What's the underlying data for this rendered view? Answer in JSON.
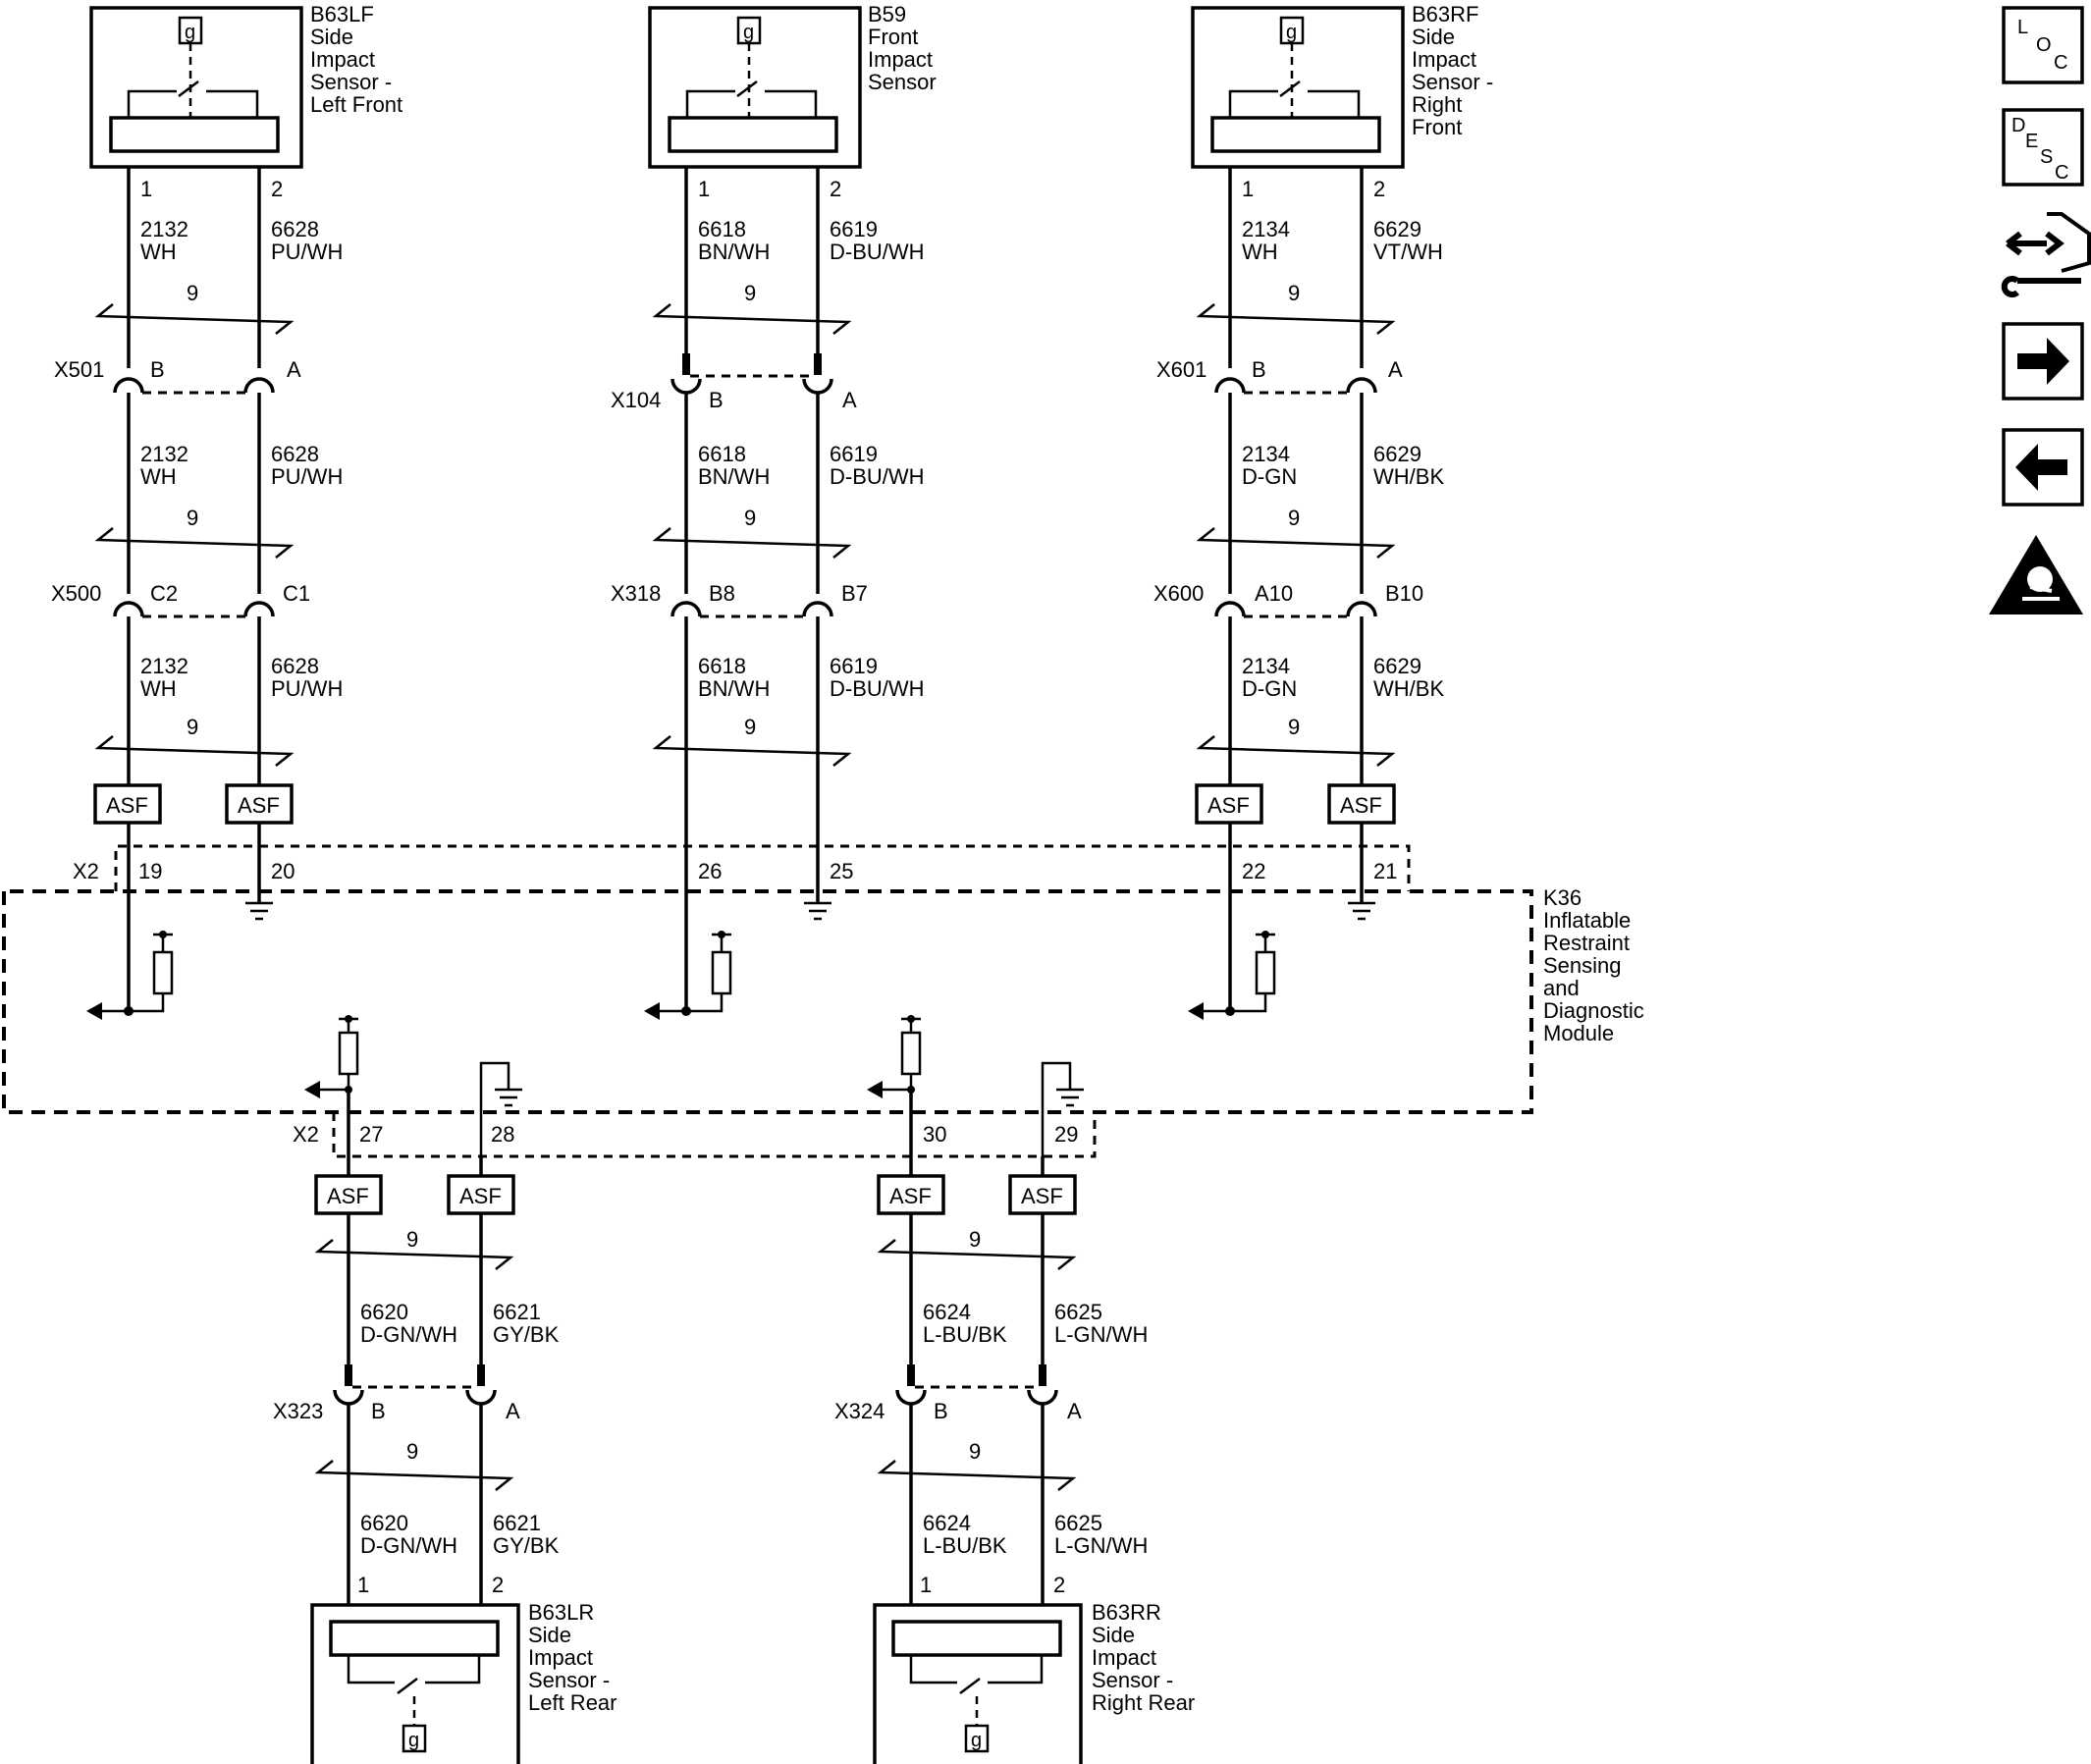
{
  "components": {
    "lf": {
      "name": "B63LF",
      "desc": [
        "Side",
        "Impact",
        "Sensor -",
        "Left Front"
      ],
      "pins": [
        "1",
        "2"
      ],
      "g": "g"
    },
    "front": {
      "name": "B59",
      "desc": [
        "Front",
        "Impact",
        "Sensor"
      ],
      "pins": [
        "1",
        "2"
      ],
      "g": "g"
    },
    "rf": {
      "name": "B63RF",
      "desc": [
        "Side",
        "Impact",
        "Sensor -",
        "Right",
        "Front"
      ],
      "pins": [
        "1",
        "2"
      ],
      "g": "g"
    },
    "lr": {
      "name": "B63LR",
      "desc": [
        "Side",
        "Impact",
        "Sensor -",
        "Left Rear"
      ],
      "pins": [
        "1",
        "2"
      ],
      "g": "g"
    },
    "rr": {
      "name": "B63RR",
      "desc": [
        "Side",
        "Impact",
        "Sensor -",
        "Right Rear"
      ],
      "pins": [
        "1",
        "2"
      ],
      "g": "g"
    }
  },
  "module": {
    "name": "K36",
    "desc": [
      "Inflatable",
      "Restraint",
      "Sensing",
      "and",
      "Diagnostic",
      "Module"
    ],
    "connector": "X2"
  },
  "twist_count": "9",
  "asf": "ASF",
  "lf_col": {
    "seg1": {
      "w1": [
        "2132",
        "WH"
      ],
      "w2": [
        "6628",
        "PU/WH"
      ]
    },
    "c1": {
      "name": "X501",
      "p1": "B",
      "p2": "A"
    },
    "seg2": {
      "w1": [
        "2132",
        "WH"
      ],
      "w2": [
        "6628",
        "PU/WH"
      ]
    },
    "c2": {
      "name": "X500",
      "p1": "C2",
      "p2": "C1"
    },
    "seg3": {
      "w1": [
        "2132",
        "WH"
      ],
      "w2": [
        "6628",
        "PU/WH"
      ]
    },
    "pins": [
      "19",
      "20"
    ]
  },
  "front_col": {
    "seg1": {
      "w1": [
        "6618",
        "BN/WH"
      ],
      "w2": [
        "6619",
        "D-BU/WH"
      ]
    },
    "c1": {
      "name": "X104",
      "p1": "B",
      "p2": "A"
    },
    "seg2": {
      "w1": [
        "6618",
        "BN/WH"
      ],
      "w2": [
        "6619",
        "D-BU/WH"
      ]
    },
    "c2": {
      "name": "X318",
      "p1": "B8",
      "p2": "B7"
    },
    "seg3": {
      "w1": [
        "6618",
        "BN/WH"
      ],
      "w2": [
        "6619",
        "D-BU/WH"
      ]
    },
    "pins": [
      "26",
      "25"
    ]
  },
  "rf_col": {
    "seg1": {
      "w1": [
        "2134",
        "WH"
      ],
      "w2": [
        "6629",
        "VT/WH"
      ]
    },
    "c1": {
      "name": "X601",
      "p1": "B",
      "p2": "A"
    },
    "seg2": {
      "w1": [
        "2134",
        "D-GN"
      ],
      "w2": [
        "6629",
        "WH/BK"
      ]
    },
    "c2": {
      "name": "X600",
      "p1": "A10",
      "p2": "B10"
    },
    "seg3": {
      "w1": [
        "2134",
        "D-GN"
      ],
      "w2": [
        "6629",
        "WH/BK"
      ]
    },
    "pins": [
      "22",
      "21"
    ]
  },
  "lr_col": {
    "pins": [
      "27",
      "28"
    ],
    "seg1": {
      "w1": [
        "6620",
        "D-GN/WH"
      ],
      "w2": [
        "6621",
        "GY/BK"
      ]
    },
    "c1": {
      "name": "X323",
      "p1": "B",
      "p2": "A"
    },
    "seg2": {
      "w1": [
        "6620",
        "D-GN/WH"
      ],
      "w2": [
        "6621",
        "GY/BK"
      ]
    }
  },
  "rr_col": {
    "pins": [
      "30",
      "29"
    ],
    "seg1": {
      "w1": [
        "6624",
        "L-BU/BK"
      ],
      "w2": [
        "6625",
        "L-GN/WH"
      ]
    },
    "c1": {
      "name": "X324",
      "p1": "B",
      "p2": "A"
    },
    "seg2": {
      "w1": [
        "6624",
        "L-BU/BK"
      ],
      "w2": [
        "6625",
        "L-GN/WH"
      ]
    }
  },
  "sidebar": {
    "loc": [
      "L",
      "O",
      "C"
    ],
    "desc": [
      "D",
      "E",
      "S",
      "C"
    ],
    "icons": [
      "connector-end-view-icon",
      "next-page-icon",
      "previous-page-icon",
      "sir-warning-icon"
    ]
  }
}
